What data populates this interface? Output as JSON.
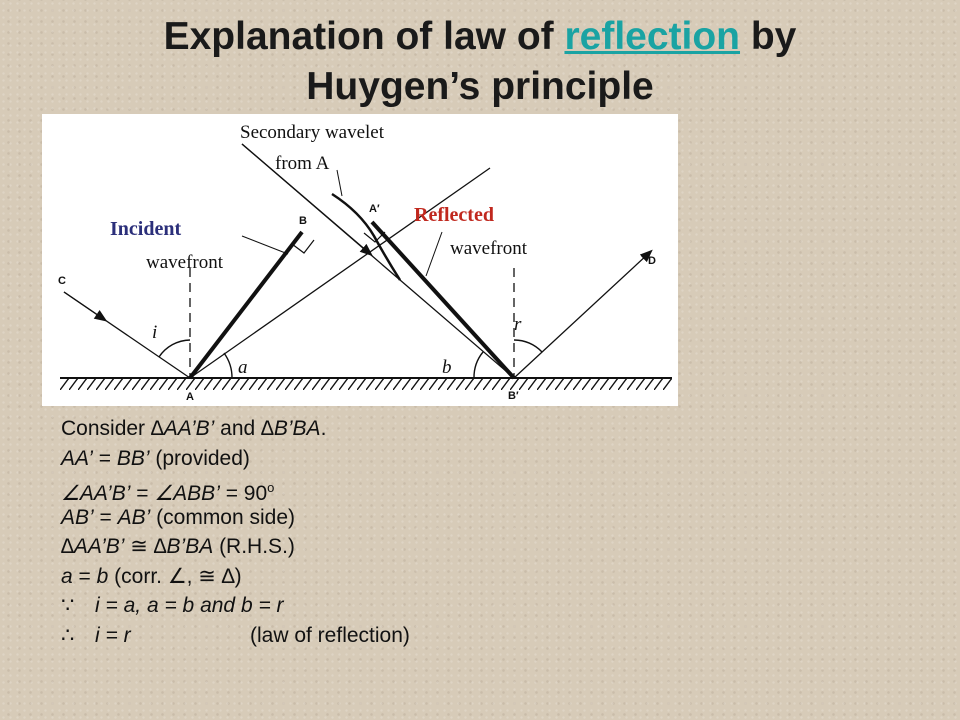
{
  "title": {
    "line1_pre": "Explanation of law of ",
    "line1_link": "reflection",
    "line1_post": " by",
    "line2": "Huygen’s principle"
  },
  "figure": {
    "secondary_1": "Secondary wavelet",
    "secondary_2": "from A",
    "incident": "Incident",
    "incident_wavefront": "wavefront",
    "reflected": "Reflected",
    "reflected_wavefront": "wavefront",
    "point_labels": {
      "C": "C",
      "B": "B",
      "A_prime": "A′",
      "D": "D",
      "A": "A",
      "B_prime": "B′"
    },
    "angle_labels": {
      "i": "i",
      "r": "r",
      "a": "a",
      "b": "b"
    },
    "colors": {
      "incident": "#2b2f7a",
      "reflected": "#c0281e",
      "lines": "#111111"
    }
  },
  "proof": {
    "l1_pre": "Consider ",
    "l1_t1": "∆AA’B’",
    "l1_mid": " and ",
    "l1_t2": "∆B’BA",
    "l1_end": ".",
    "l2_a": "AA’",
    "l2_eq": " = ",
    "l2_b": "BB’",
    "l2_note": " (provided)",
    "l3_ang1": "∠AA’B’",
    "l3_eq": " = ",
    "l3_ang2": "∠ABB’",
    "l3_val": " = 90",
    "l3_sup": "o",
    "l4_a": "AB’",
    "l4_eq": " = ",
    "l4_b": "AB’",
    "l4_note": " (common side)",
    "l5_t1": "∆AA’B’",
    "l5_cong": " ≅ ",
    "l5_t2": "∆B’BA",
    "l5_note": " (R.H.S.)",
    "l6_a": "a",
    "l6_eq": " = ",
    "l6_b": "b",
    "l6_note": " (corr. ∠, ≅ ∆)",
    "l7_sym": "∵",
    "l7_text": "i = a, a = b and b = r",
    "l8_sym": "∴",
    "l8_text": "i = r",
    "l8_note": "(law of reflection)"
  }
}
